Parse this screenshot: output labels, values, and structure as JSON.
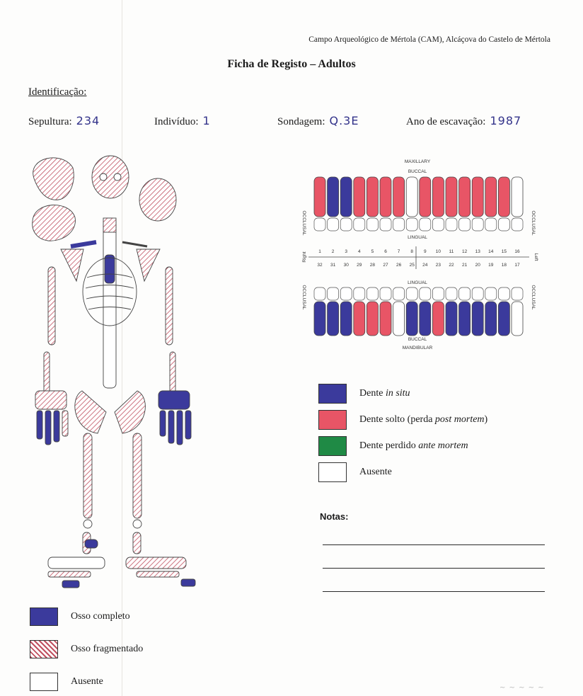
{
  "header": {
    "institution": "Campo Arqueológico de Mértola (CAM), Alcáçova do Castelo de Mértola",
    "title": "Ficha de Registo – Adultos"
  },
  "identification": {
    "heading": "Identificação:",
    "burial_label": "Sepultura:",
    "burial_value": "234",
    "individual_label": "Indivíduo:",
    "individual_value": "1",
    "sounding_label": "Sondagem:",
    "sounding_value": "Q.3E",
    "year_label": "Ano de escavação:",
    "year_value": "1987"
  },
  "dental_chart": {
    "maxillary": "MAXILLARY",
    "mandibular": "MANDIBULAR",
    "buccal": "BUCCAL",
    "lingual": "LINGUAL",
    "occlusal": "OCCLUSAL",
    "right": "Right",
    "left": "Left",
    "upper_numbers": [
      "1",
      "2",
      "3",
      "4",
      "5",
      "6",
      "7",
      "8",
      "9",
      "10",
      "11",
      "12",
      "13",
      "14",
      "15",
      "16"
    ],
    "lower_numbers": [
      "32",
      "31",
      "30",
      "29",
      "28",
      "27",
      "26",
      "25",
      "24",
      "23",
      "22",
      "21",
      "20",
      "19",
      "18",
      "17"
    ],
    "upper_status": [
      "red",
      "blue",
      "blue",
      "red",
      "red",
      "red",
      "red",
      "absent",
      "red",
      "red",
      "red",
      "red",
      "red",
      "red",
      "red",
      "absent"
    ],
    "lower_status": [
      "blue",
      "blue",
      "blue",
      "red",
      "red",
      "red",
      "absent",
      "blue",
      "blue",
      "red",
      "blue",
      "blue",
      "blue",
      "blue",
      "blue",
      "absent"
    ]
  },
  "teeth_legend": [
    {
      "color": "#3b3a9c",
      "parts": [
        {
          "text": "Dente ",
          "italic": false
        },
        {
          "text": "in situ",
          "italic": true
        }
      ]
    },
    {
      "color": "#e85566",
      "parts": [
        {
          "text": "Dente solto (perda ",
          "italic": false
        },
        {
          "text": "post mortem",
          "italic": true
        },
        {
          "text": ")",
          "italic": false
        }
      ]
    },
    {
      "color": "#1f8a45",
      "parts": [
        {
          "text": "Dente perdido ",
          "italic": false
        },
        {
          "text": "ante mortem",
          "italic": true
        }
      ]
    },
    {
      "color": "#ffffff",
      "parts": [
        {
          "text": "Ausente",
          "italic": false
        }
      ]
    }
  ],
  "bone_legend": [
    {
      "kind": "solid",
      "color": "#3b3a9c",
      "label": "Osso completo"
    },
    {
      "kind": "hatched",
      "color": "#c05060",
      "label": "Osso fragmentado"
    },
    {
      "kind": "empty",
      "color": "#ffffff",
      "label": "Ausente"
    }
  ],
  "notes": {
    "label": "Notas:"
  },
  "colors": {
    "complete": "#3b3a9c",
    "fragmented": "#c05060",
    "loose": "#e85566",
    "line": "#444444"
  }
}
